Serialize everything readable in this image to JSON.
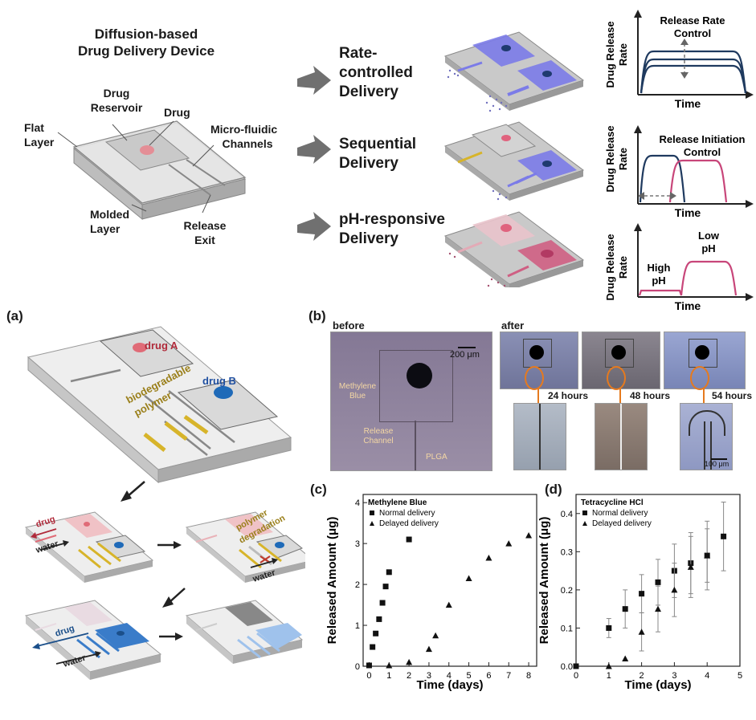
{
  "top": {
    "title_line1": "Diffusion-based",
    "title_line2": "Drug Delivery Device",
    "labels": {
      "flat_layer_1": "Flat",
      "flat_layer_2": "Layer",
      "drug_reservoir_1": "Drug",
      "drug_reservoir_2": "Reservoir",
      "drug": "Drug",
      "microfluidic_1": "Micro-fluidic",
      "microfluidic_2": "Channels",
      "molded_1": "Molded",
      "molded_2": "Layer",
      "release_1": "Release",
      "release_2": "Exit"
    },
    "modes": [
      {
        "line1": "Rate-",
        "line2": "controlled",
        "line3": "Delivery"
      },
      {
        "line1": "Sequential",
        "line2": "Delivery",
        "line3": ""
      },
      {
        "line1": "pH-responsive",
        "line2": "Delivery",
        "line3": ""
      }
    ],
    "mini_plots": {
      "ylabel1": "Drug Release",
      "ylabel2": "Rate",
      "xlabel": "Time",
      "plot1_annotation_1": "Release Rate",
      "plot1_annotation_2": "Control",
      "plot2_annotation_1": "Release Initiation",
      "plot2_annotation_2": "Control",
      "plot3_high_1": "High",
      "plot3_high_2": "pH",
      "plot3_low_1": "Low",
      "plot3_low_2": "pH"
    }
  },
  "panel_a": {
    "label": "(a)",
    "drugA": "drug A",
    "drugB": "drug B",
    "biodegradable_1": "biodegradable",
    "biodegradable_2": "polymer",
    "drug": "drug",
    "water": "water",
    "polymer_1": "polymer",
    "polymer_2": "degradation",
    "drug2": "drug",
    "water2": "water",
    "water3": "water"
  },
  "panel_b": {
    "label": "(b)",
    "before": "before",
    "after": "after",
    "scale_bar": "200 μm",
    "methylene_1": "Methylene",
    "methylene_2": "Blue",
    "release_1": "Release",
    "release_2": "Channel",
    "plga": "PLGA",
    "times": [
      "24 hours",
      "48 hours",
      "54 hours"
    ],
    "scale_small": "100 μm"
  },
  "chart_data": [
    {
      "id": "c",
      "panel_label": "(c)",
      "type": "scatter",
      "title": "Methylene Blue",
      "xlabel": "Time (days)",
      "ylabel": "Released Amount (μg)",
      "xlim": [
        -0.3,
        8.4
      ],
      "ylim": [
        0,
        4.2
      ],
      "xticks": [
        0,
        1,
        2,
        3,
        4,
        5,
        6,
        7,
        8
      ],
      "yticks": [
        0,
        1,
        2,
        3,
        4
      ],
      "legend_placement": "top-left",
      "series": [
        {
          "name": "Normal delivery",
          "marker": "square",
          "x": [
            0,
            0.17,
            0.33,
            0.5,
            0.67,
            0.83,
            1,
            2
          ],
          "y": [
            0.02,
            0.47,
            0.8,
            1.15,
            1.55,
            1.95,
            2.3,
            3.1
          ]
        },
        {
          "name": "Delayed delivery",
          "marker": "triangle",
          "x": [
            1,
            2,
            3,
            3.33,
            4,
            5,
            6,
            7,
            8
          ],
          "y": [
            0.02,
            0.1,
            0.42,
            0.75,
            1.5,
            2.15,
            2.65,
            3.0,
            3.2
          ]
        }
      ]
    },
    {
      "id": "d",
      "panel_label": "(d)",
      "type": "scatter",
      "title": "Tetracycline HCl",
      "xlabel": "Time (days)",
      "ylabel": "Released Amount (μg)",
      "xlim": [
        0,
        5
      ],
      "ylim": [
        0,
        0.45
      ],
      "xticks": [
        0,
        1,
        2,
        3,
        4,
        5
      ],
      "yticks": [
        0.0,
        0.1,
        0.2,
        0.3,
        0.4
      ],
      "legend_placement": "top-left",
      "series": [
        {
          "name": "Normal delivery",
          "marker": "square",
          "x": [
            0,
            1,
            1.5,
            2,
            2.5,
            3,
            3.5,
            4,
            4.5
          ],
          "y": [
            0.0,
            0.1,
            0.15,
            0.19,
            0.22,
            0.25,
            0.27,
            0.29,
            0.34
          ],
          "err": [
            0.0,
            0.025,
            0.05,
            0.05,
            0.06,
            0.07,
            0.08,
            0.07,
            0.09
          ]
        },
        {
          "name": "Delayed delivery",
          "marker": "triangle",
          "x": [
            1,
            1.5,
            2,
            2.5,
            3,
            3.5,
            4
          ],
          "y": [
            0.0,
            0.02,
            0.09,
            0.15,
            0.2,
            0.26,
            0.29
          ],
          "err": [
            0.0,
            0.0,
            0.05,
            0.06,
            0.07,
            0.08,
            0.09
          ]
        }
      ]
    }
  ],
  "colors": {
    "reservoir_blue": "#6f6fe8",
    "drug_red": "#e58a93",
    "pink_curve": "#c8467a",
    "navy_curve": "#1f3a5f",
    "yellow_polymer": "#d7b42a",
    "arrow_gray": "#707070"
  }
}
